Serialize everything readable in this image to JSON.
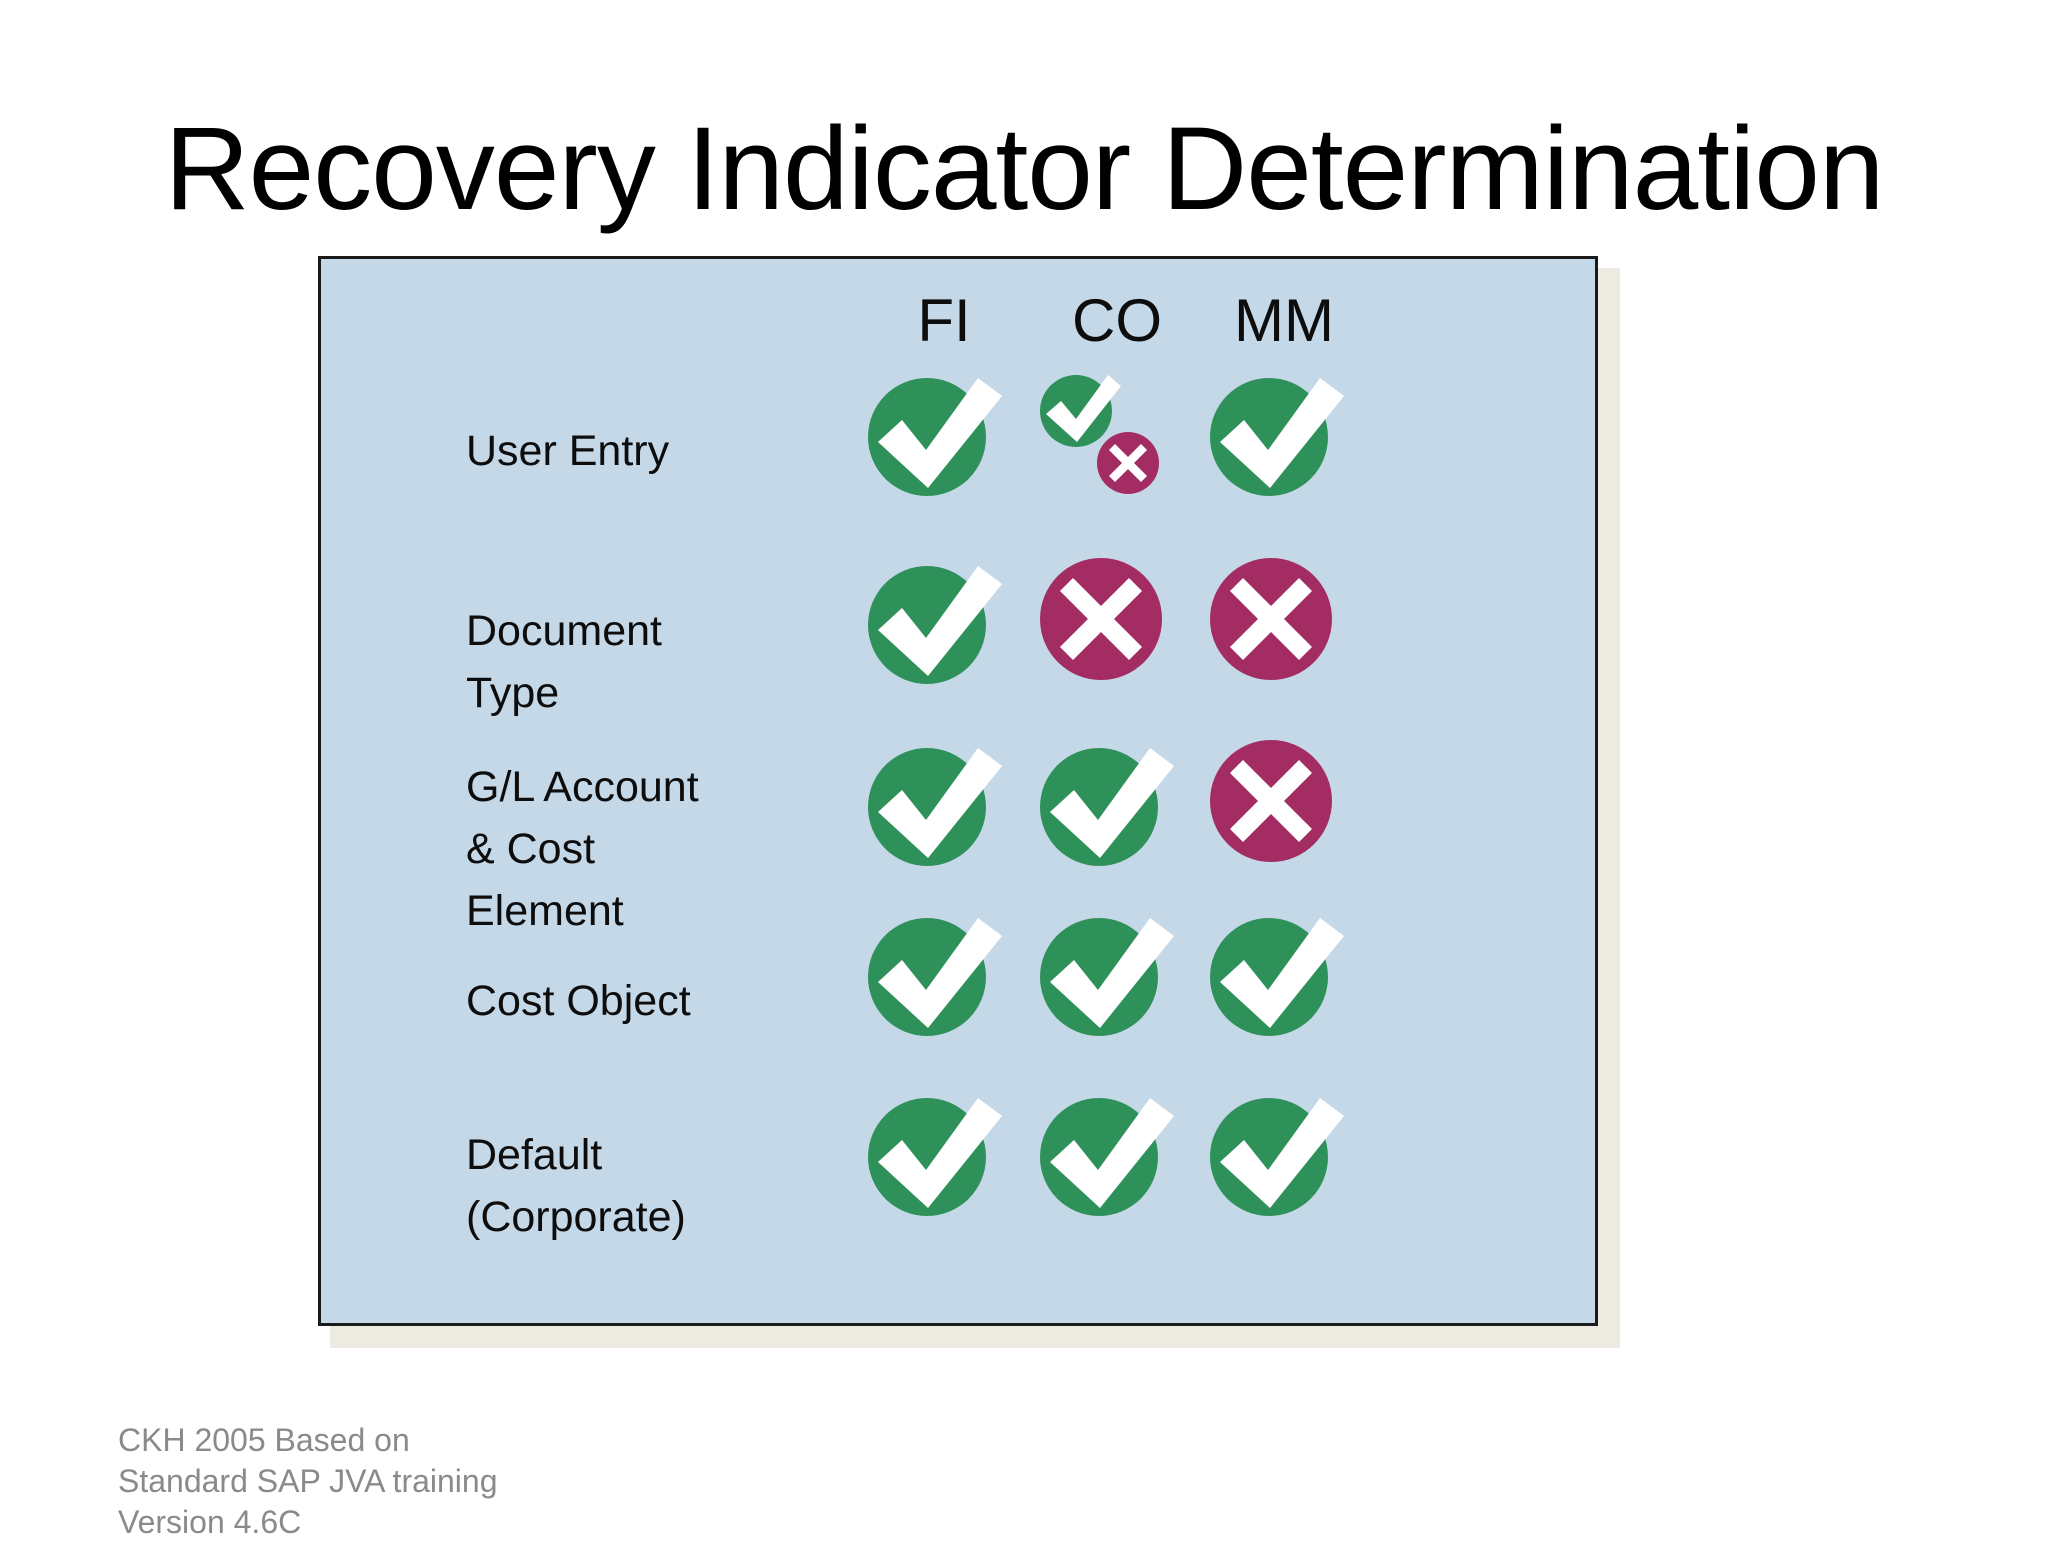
{
  "slide": {
    "title": "Recovery Indicator Determination",
    "footer": "CKH 2005            Based on\nStandard SAP JVA training\nVersion 4.6C"
  },
  "colors": {
    "panel_background": "#C5D8E8",
    "panel_border": "#1A1A1A",
    "panel_shadow": "#EDEBE1",
    "check_green": "#2E9159",
    "cross_maroon": "#A32C63",
    "mark_white": "#FFFFFF",
    "title_text": "#000000",
    "body_text": "#0D0D0D",
    "footer_text": "#8A8A8A",
    "page_background": "#FFFFFF"
  },
  "matrix": {
    "columns": [
      {
        "id": "fi",
        "label": "FI"
      },
      {
        "id": "co",
        "label": "CO"
      },
      {
        "id": "mm",
        "label": "MM"
      }
    ],
    "rows": [
      {
        "id": "user-entry",
        "label": "User Entry"
      },
      {
        "id": "document-type",
        "label": "Document\nType"
      },
      {
        "id": "gl-account-cost-element",
        "label": "G/L Account\n& Cost\nElement"
      },
      {
        "id": "cost-object",
        "label": "Cost Object"
      },
      {
        "id": "default-corporate",
        "label": "Default\n(Corporate)"
      }
    ],
    "cells": [
      [
        "check",
        "check-and-cross",
        "check"
      ],
      [
        "check",
        "cross",
        "cross"
      ],
      [
        "check",
        "check",
        "cross"
      ],
      [
        "check",
        "check",
        "check"
      ],
      [
        "check",
        "check",
        "check"
      ]
    ]
  },
  "chart_data": {
    "type": "table",
    "title": "Recovery Indicator Determination",
    "categories": [
      "FI",
      "CO",
      "MM"
    ],
    "rows": [
      "User Entry",
      "Document Type",
      "G/L Account & Cost Element",
      "Cost Object",
      "Default (Corporate)"
    ],
    "values": [
      [
        "yes",
        "yes-and-no",
        "yes"
      ],
      [
        "yes",
        "no",
        "no"
      ],
      [
        "yes",
        "yes",
        "no"
      ],
      [
        "yes",
        "yes",
        "yes"
      ],
      [
        "yes",
        "yes",
        "yes"
      ]
    ],
    "legend": {
      "yes": "green check mark",
      "no": "maroon cross",
      "yes-and-no": "green check mark with maroon cross"
    },
    "xlabel": "",
    "ylabel": "",
    "grid": false
  }
}
